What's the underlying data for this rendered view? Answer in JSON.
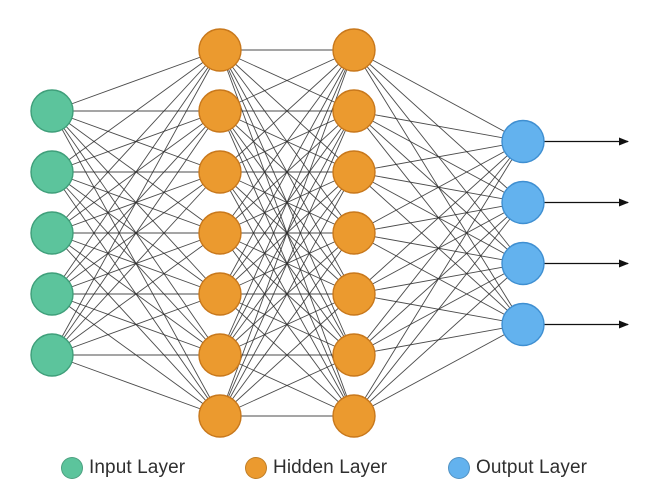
{
  "diagram": {
    "layers": [
      {
        "type": "input",
        "count": 5,
        "color": "#5cc49c",
        "stroke": "#3f9f7a"
      },
      {
        "type": "hidden",
        "count": 7,
        "color": "#eb9a2f",
        "stroke": "#c8781c"
      },
      {
        "type": "hidden",
        "count": 7,
        "color": "#eb9a2f",
        "stroke": "#c8781c"
      },
      {
        "type": "output",
        "count": 4,
        "color": "#63b2ee",
        "stroke": "#3f8fd1"
      }
    ],
    "connection_color": "#2b2b2b",
    "arrow_color": "#111111"
  },
  "legend": {
    "input_label": "Input Layer",
    "hidden_label": "Hidden Layer",
    "output_label": "Output Layer",
    "input_color": "#5cc49c",
    "hidden_color": "#eb9a2f",
    "output_color": "#63b2ee"
  }
}
